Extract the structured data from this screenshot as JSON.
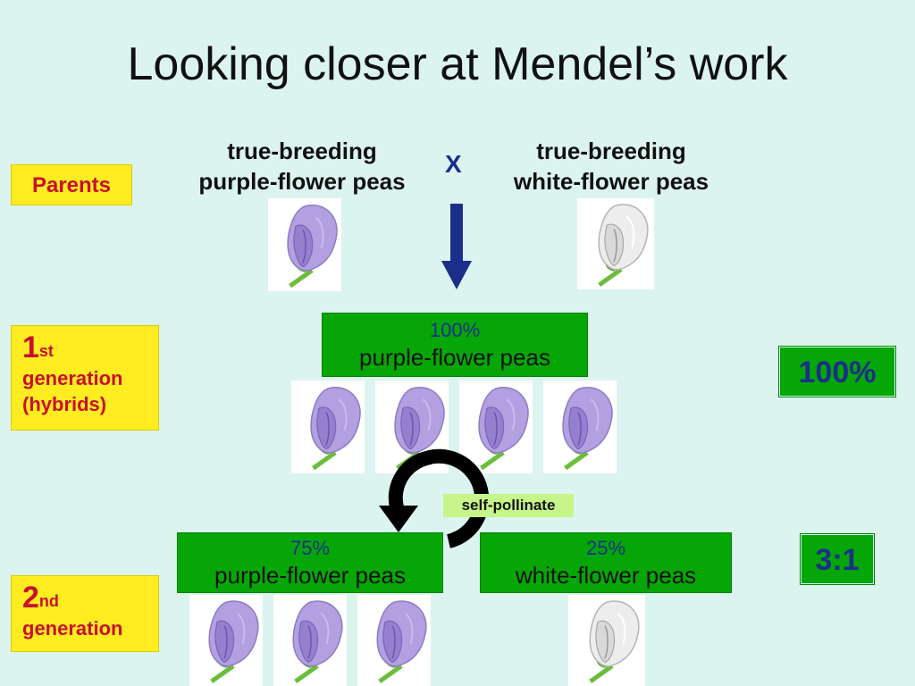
{
  "title": "Looking closer at Mendel’s work",
  "parents": {
    "label": "Parents",
    "left_line1": "true-breeding",
    "left_line2": "purple-flower peas",
    "cross": "X",
    "right_line1": "true-breeding",
    "right_line2": "white-flower peas"
  },
  "gen1": {
    "label_number": "1",
    "label_sup": "st",
    "label_line2": "generation",
    "label_line3": "(hybrids)",
    "box_pct": "100%",
    "box_label": "purple-flower peas",
    "ratio": "100%"
  },
  "self_pollinate": "self-pollinate",
  "gen2": {
    "label_number": "2",
    "label_sup": "nd",
    "label_line2": "generation",
    "purple_pct": "75%",
    "purple_label": "purple-flower peas",
    "white_pct": "25%",
    "white_label": "white-flower peas",
    "ratio": "3:1"
  },
  "colors": {
    "background": "#dcf4ef",
    "yellow_label": "#ffec21",
    "label_text": "#c8102e",
    "green_box": "#06a606",
    "navy": "#1b2f8a",
    "purple_flower": "#b3a0e0",
    "white_flower": "#ededed"
  }
}
